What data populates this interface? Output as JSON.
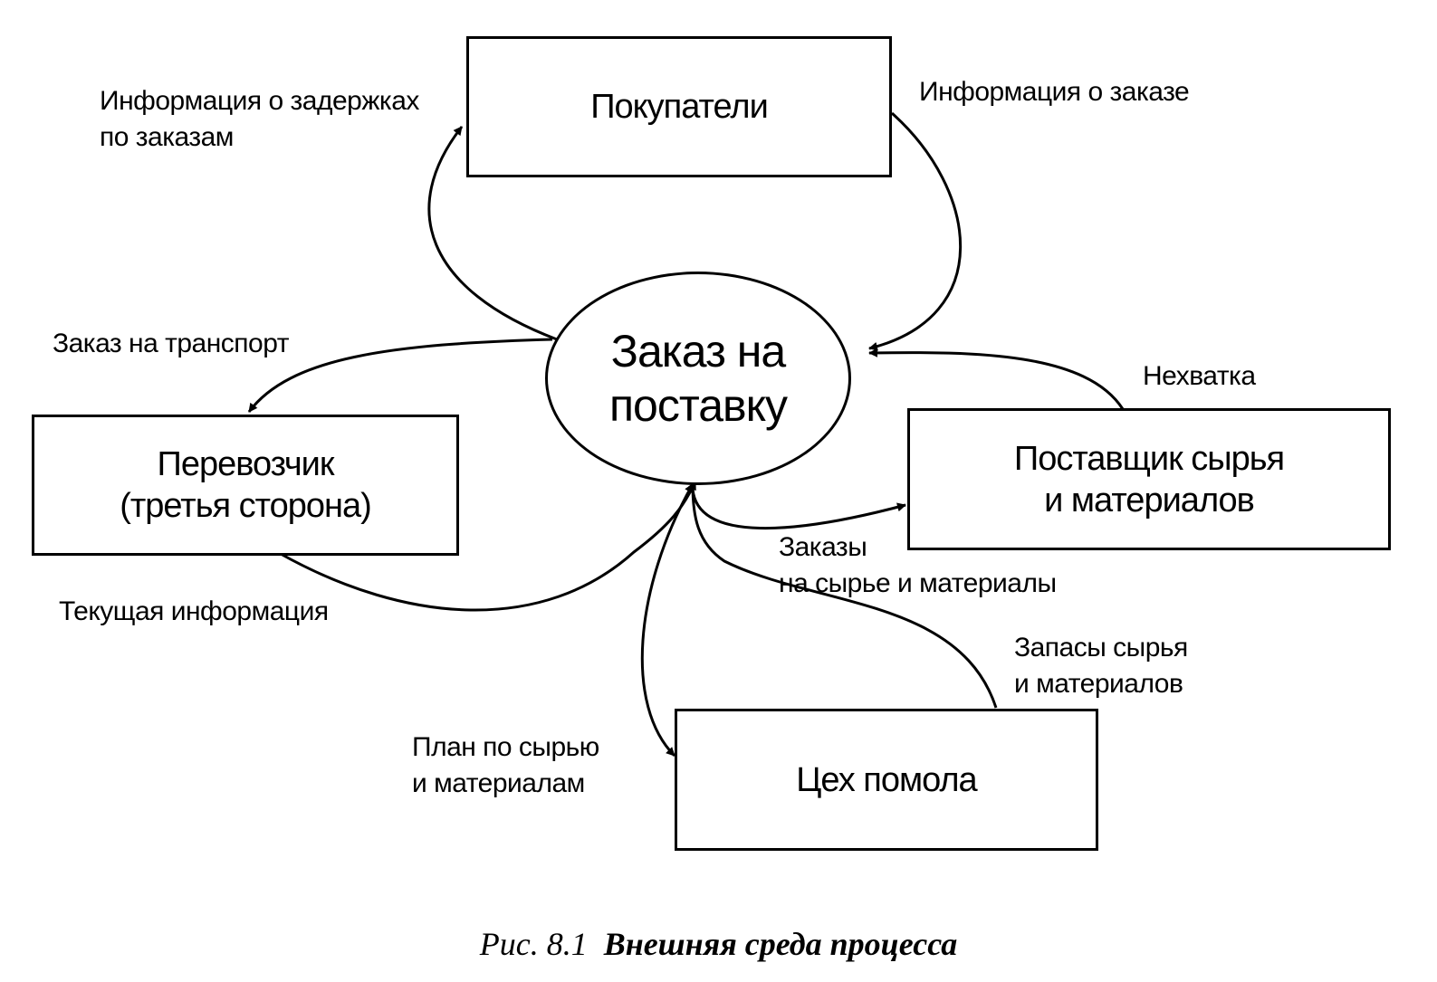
{
  "center": {
    "lines": [
      "Заказ на",
      "поставку"
    ]
  },
  "nodes": {
    "customers": {
      "lines": [
        "Покупатели"
      ]
    },
    "carrier": {
      "lines": [
        "Перевозчик",
        "(третья сторона)"
      ]
    },
    "supplier": {
      "lines": [
        "Поставщик сырья",
        "и материалов"
      ]
    },
    "mill": {
      "lines": [
        "Цех помола"
      ]
    }
  },
  "edge_labels": {
    "delay_info": [
      "Информация о задержках",
      "по заказам"
    ],
    "order_info": [
      "Информация о заказе"
    ],
    "transport_order": [
      "Заказ на транспорт"
    ],
    "shortage": [
      "Нехватка"
    ],
    "current_info": [
      "Текущая информация"
    ],
    "material_orders": [
      "Заказы",
      "на сырье и материалы"
    ],
    "material_stocks": [
      "Запасы сырья",
      "и материалов"
    ],
    "material_plan": [
      "План по сырью",
      "и материалам"
    ]
  },
  "caption": {
    "number": "Рис. 8.1",
    "title": "Внешняя среда процесса"
  }
}
